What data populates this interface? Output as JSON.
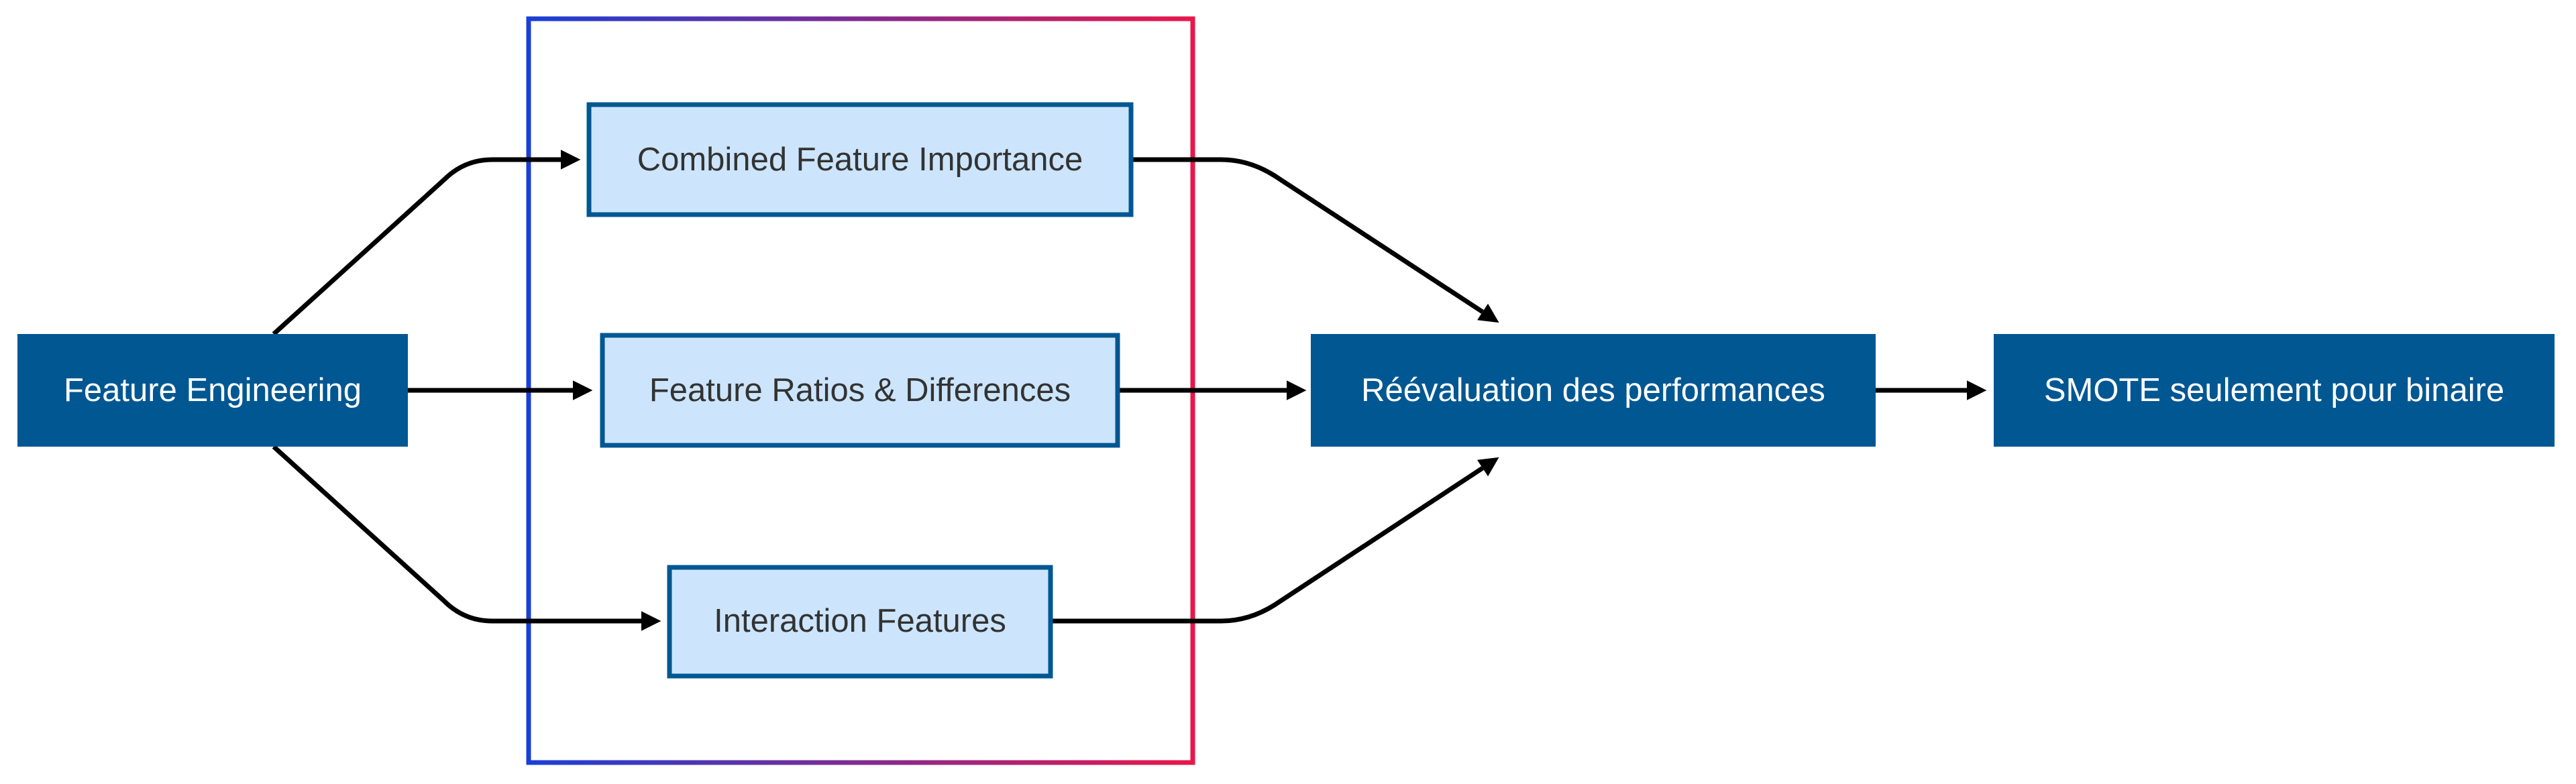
{
  "diagram": {
    "nodes": {
      "feature_engineering": "Feature Engineering",
      "combined_importance": "Combined Feature Importance",
      "ratios_differences": "Feature Ratios & Differences",
      "interaction_features": "Interaction Features",
      "reevaluation": "Réévaluation des performances",
      "smote": "SMOTE seulement pour binaire"
    },
    "colors": {
      "dark_fill": "#005792",
      "light_fill": "#cce5fc",
      "group_border_start": "#1a3fd6",
      "group_border_end": "#e8174a"
    }
  }
}
